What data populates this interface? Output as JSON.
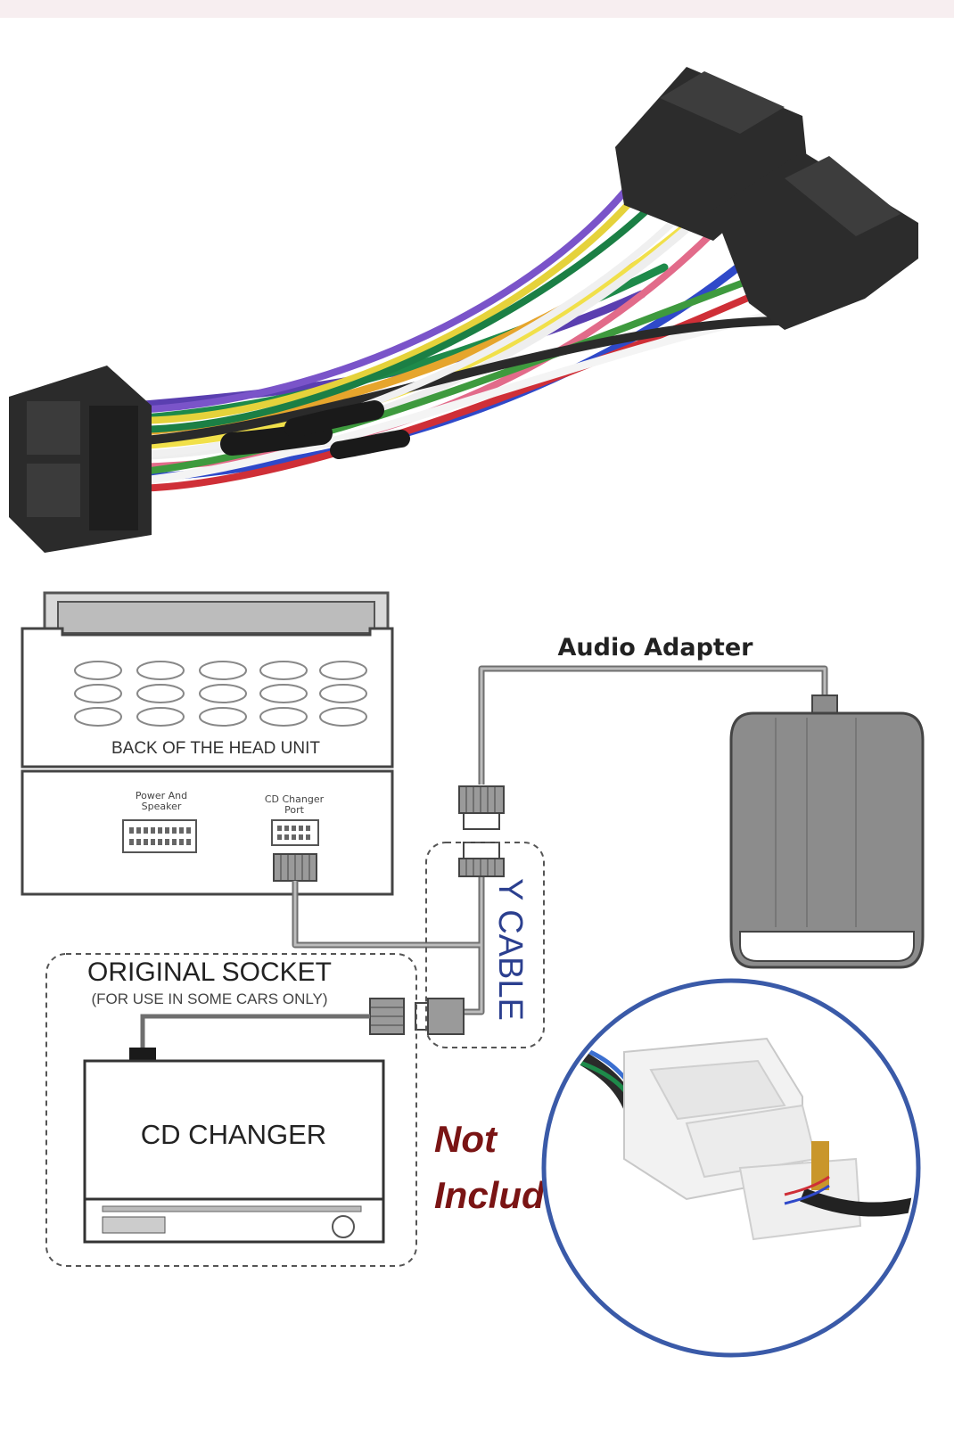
{
  "diagram": {
    "audio_adapter_label": "Audio Adapter",
    "head_unit_label": "BACK OF THE HEAD UNIT",
    "power_port_label_line1": "Power And",
    "power_port_label_line2": "Speaker",
    "cd_port_label_line1": "CD Changer",
    "cd_port_label_line2": "Port",
    "y_cable_label": "Y CABLE",
    "original_socket_label": "ORIGINAL SOCKET",
    "original_socket_note": "(FOR USE IN SOME CARS ONLY)",
    "cd_changer_label": "CD CHANGER",
    "not_included_line1": "Not",
    "not_included_line2": "Included"
  },
  "colors": {
    "y_cable_label": "#2b3f8f",
    "not_included": "#7a1414",
    "inset_ring": "#3a5aa8",
    "adapter_body": "#8c8c8c"
  }
}
